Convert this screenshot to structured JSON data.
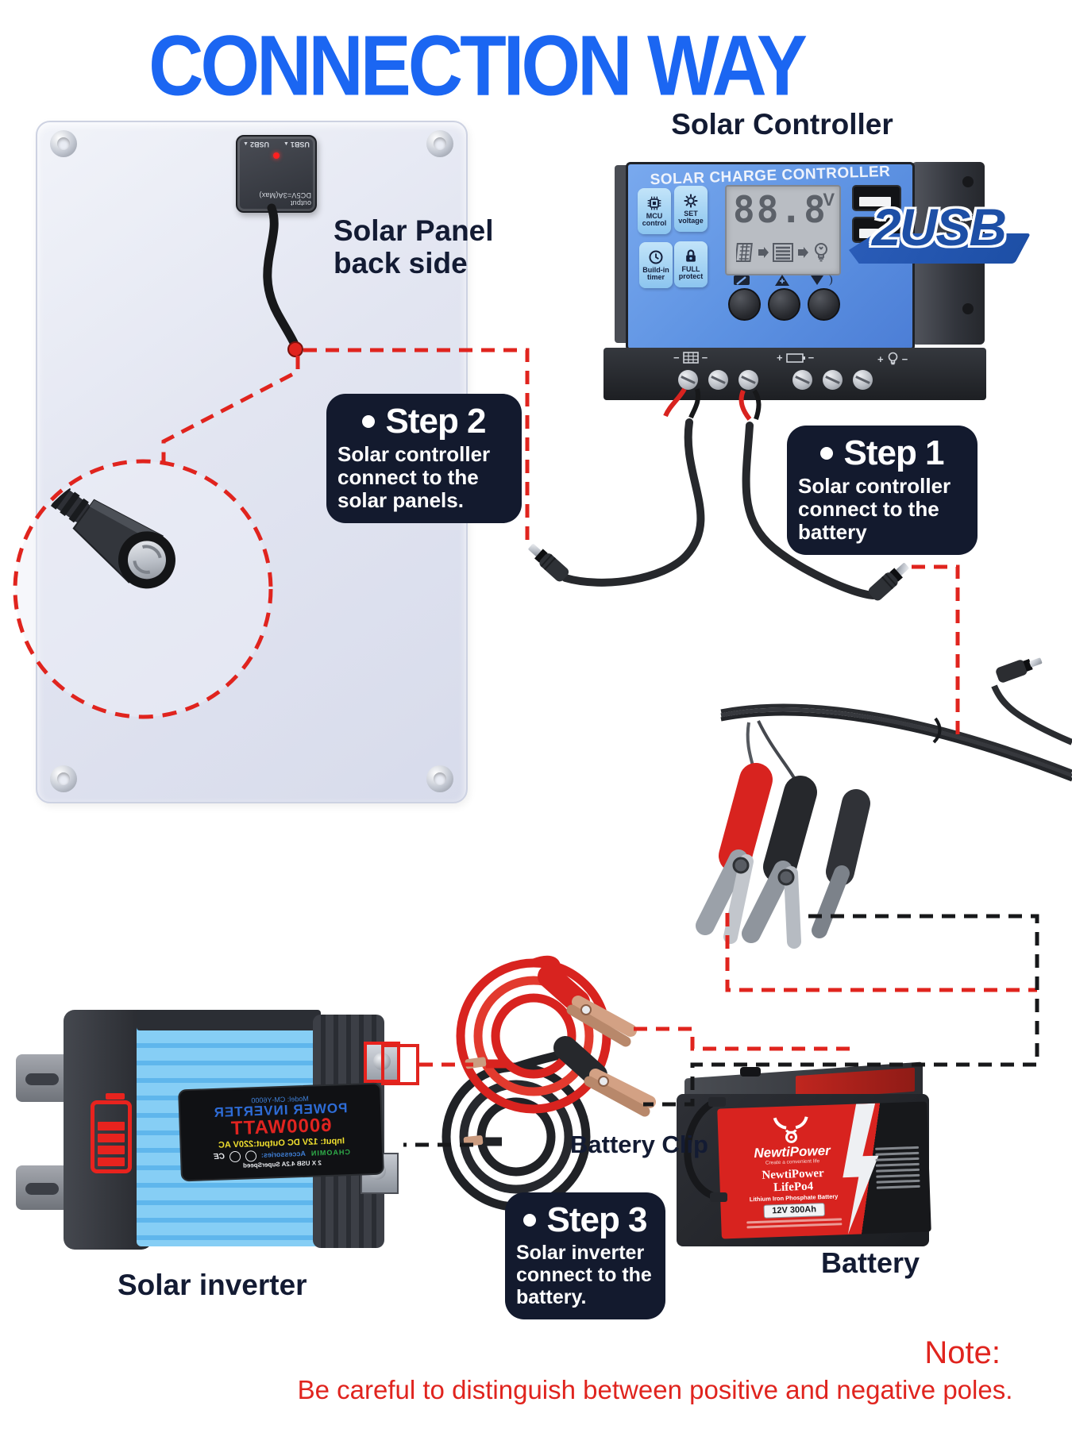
{
  "title": "CONNECTION WAY",
  "panel": {
    "label": "Solar Panel\nback side",
    "junction_box": {
      "output": "output DC5V=3A(Max)",
      "usb1": "USB1",
      "usb2": "USB2"
    }
  },
  "controller": {
    "label": "Solar Controller",
    "screen_title": "SOLAR CHARGE CONTROLLER",
    "lcd_value": "88.8",
    "lcd_unit": "V",
    "tiles": [
      {
        "label": "MCU\ncontrol"
      },
      {
        "label": "SET\nvoltage"
      },
      {
        "label": "Build-in\ntimer"
      },
      {
        "label": "FULL\nprotect"
      }
    ],
    "usb_label": "USB",
    "usb_badge": "2USB",
    "terminal_signs": {
      "pv_minus": "−",
      "bat_plus": "+",
      "bat_minus": "−",
      "load_plus": "+",
      "load_minus": "−"
    }
  },
  "steps": [
    {
      "title": "Step 2",
      "body": "Solar controller\nconnect to the\nsolar panels."
    },
    {
      "title": "Step 1",
      "body": "Solar controller\nconnect to the\nbattery"
    },
    {
      "title": "Step 3",
      "body": "Solar inverter\nconnect to the\nbattery."
    }
  ],
  "battery_clip_label": "Battery Clip",
  "battery": {
    "label": "Battery",
    "brand": "NewtiPower",
    "tagline": "Create a convenient life",
    "model_line1": "NewtiPower",
    "model_line2": "LifePo4",
    "type": "Lithium Iron Phosphate Battery",
    "spec": "12V 300Ah"
  },
  "inverter": {
    "label": "Solar inverter",
    "plate": {
      "model": "Model: CM-Y6000",
      "name": "POWER INVERTER",
      "watt": "6000WATT",
      "io": "Input: 12V DC  Output:220V AC",
      "accessories": "Accessories:",
      "brand": "CHAOMIN",
      "ce": "CE",
      "usb": "2 X USB 4.2A SuperSpeed"
    }
  },
  "note": {
    "heading": "Note:",
    "body": "Be careful to distinguish between positive and negative poles."
  },
  "colors": {
    "accent_blue": "#1b66f2",
    "navy": "#131a2e",
    "red": "#e8231e",
    "controller_blue": "#5d92e2",
    "inverter_blue": "#7cc8f3"
  }
}
